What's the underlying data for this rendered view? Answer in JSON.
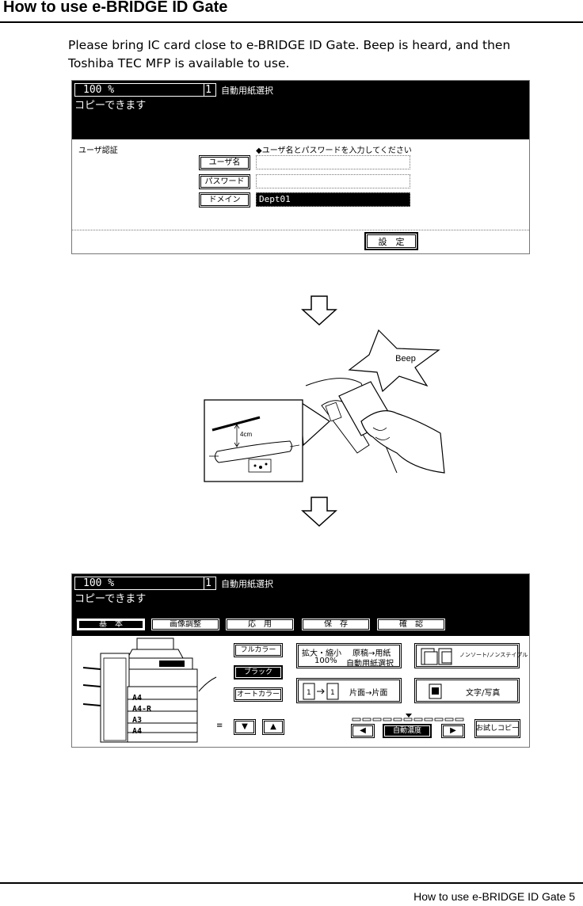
{
  "header": {
    "title": "How to use e-BRIDGE ID Gate"
  },
  "intro": {
    "text": "Please bring IC card close to e-BRIDGE ID Gate. Beep is heard, and then Toshiba TEC MFP is available to use."
  },
  "screen1": {
    "zoom": "100  %",
    "copies": "1",
    "paper_mode": "自動用紙選択",
    "status": "コピーできます",
    "section_label": "ユーザ認証",
    "prompt": "◆ユーザ名とパスワードを入力してください",
    "username_button": "ユーザ名",
    "password_button": "パスワード",
    "domain_button": "ドメイン",
    "username_value": "",
    "password_value": "",
    "domain_value": "Dept01",
    "set_button": "設　定"
  },
  "illustration": {
    "beep_text": "Beep",
    "distance_label": "4cm"
  },
  "screen2": {
    "zoom": "100  %",
    "copies": "1",
    "paper_mode": "自動用紙選択",
    "status": "コピーできます",
    "tabs": [
      "基　本",
      "画像調整",
      "応　用",
      "保　存",
      "確　認"
    ],
    "color_buttons": [
      "フルカラー",
      "ブラック",
      "オートカラー"
    ],
    "zoom_button_line1": "拡大・縮小",
    "zoom_button_value": "100%",
    "original_paper_line1": "原稿→用紙",
    "original_paper_line2": "自動用紙選択",
    "nonsort_button": "ノンソート/ノンステイプル",
    "duplex_button": "片面→片面",
    "text_photo_button": "文字/写真",
    "auto_density_button": "自動濃度",
    "sample_copy_button": "お試しコピー",
    "paper_trays": [
      "A4",
      "A4-R",
      "A3",
      "A4"
    ]
  },
  "footer": {
    "text": "How to use e-BRIDGE ID Gate 5"
  }
}
